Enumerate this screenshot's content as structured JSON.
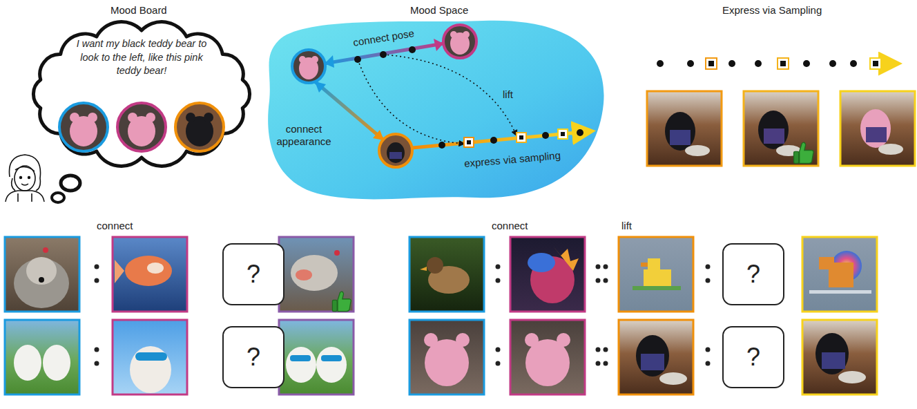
{
  "diagram": {
    "nodes": [
      {
        "text": [
          "I want my black teddy bear to look to the left, like this pink teddy bear!"
        ]
      },
      {
        "text": [
          "?"
        ]
      },
      {
        "text": [
          "?"
        ]
      },
      {
        "text": [
          "?"
        ]
      },
      {
        "text": [
          "?"
        ]
      }
    ],
    "labels": [
      "Mood Board",
      "Mood Space",
      "Express via Sampling",
      "connect pose",
      "lift",
      "connect appearance",
      "express via sampling",
      "connect",
      "connect",
      "lift"
    ]
  }
}
